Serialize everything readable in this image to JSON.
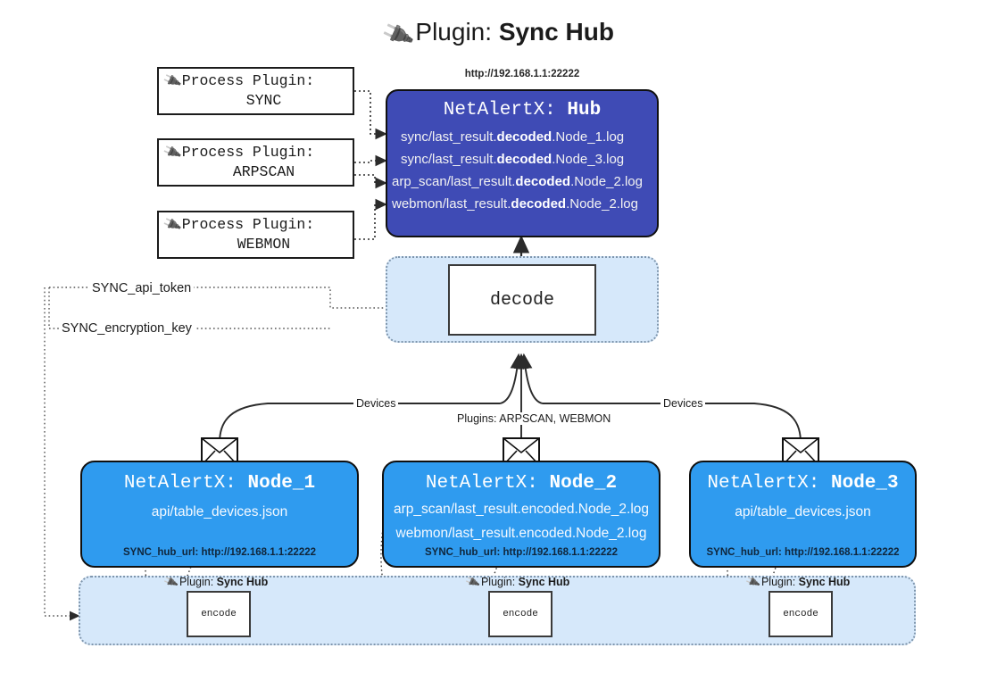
{
  "title": {
    "icon": "plug-icon",
    "prefix": "Plugin:",
    "name": "Sync Hub"
  },
  "process_plugins": [
    {
      "icon": "plug-icon",
      "line1": "Process Plugin:",
      "line2": "SYNC"
    },
    {
      "icon": "plug-icon",
      "line1": "Process Plugin:",
      "line2": "ARPSCAN"
    },
    {
      "icon": "plug-icon",
      "line1": "Process Plugin:",
      "line2": "WEBMON"
    }
  ],
  "hub": {
    "url": "http://192.168.1.1:22222",
    "title_prefix": "NetAlertX:",
    "title_name": "Hub",
    "logs": [
      {
        "pre": "sync/last_result.",
        "mid": "decoded",
        "post": ".Node_1.log"
      },
      {
        "pre": "sync/last_result.",
        "mid": "decoded",
        "post": ".Node_3.log"
      },
      {
        "pre": "arp_scan/last_result.",
        "mid": "decoded",
        "post": ".Node_2.log"
      },
      {
        "pre": "webmon/last_result.",
        "mid": "decoded",
        "post": ".Node_2.log"
      }
    ]
  },
  "decode": {
    "label": "decode"
  },
  "settings_edges": {
    "api_token": "SYNC_api_token",
    "encryption_key": "SYNC_encryption_key"
  },
  "flow_labels": {
    "devices_left": "Devices",
    "devices_right": "Devices",
    "plugins_center": "Plugins: ARPSCAN, WEBMON"
  },
  "nodes": [
    {
      "icon": "envelope-icon",
      "title_prefix": "NetAlertX:",
      "title_name": "Node_1",
      "lines": [
        "api/table_devices.json"
      ],
      "footer": "SYNC_hub_url: http://192.168.1.1:22222"
    },
    {
      "icon": "envelope-icon",
      "title_prefix": "NetAlertX:",
      "title_name": "Node_2",
      "lines": [
        "arp_scan/last_result.encoded.Node_2.log",
        "webmon/last_result.encoded.Node_2.log"
      ],
      "footer": "SYNC_hub_url: http://192.168.1.1:22222"
    },
    {
      "icon": "envelope-icon",
      "title_prefix": "NetAlertX:",
      "title_name": "Node_3",
      "lines": [
        "api/table_devices.json"
      ],
      "footer": "SYNC_hub_url: http://192.168.1.1:22222"
    }
  ],
  "encoders": [
    {
      "plugin_prefix": "Plugin:",
      "plugin_name": "Sync Hub",
      "label": "encode"
    },
    {
      "plugin_prefix": "Plugin:",
      "plugin_name": "Sync Hub",
      "label": "encode"
    },
    {
      "plugin_prefix": "Plugin:",
      "plugin_name": "Sync Hub",
      "label": "encode"
    }
  ],
  "colors": {
    "hub_fill": "#3f4bb5",
    "node_fill": "#2f9bef",
    "container_fill": "#d6e8fa",
    "container_border": "#7f96ad",
    "stroke": "#1b1b1b"
  }
}
